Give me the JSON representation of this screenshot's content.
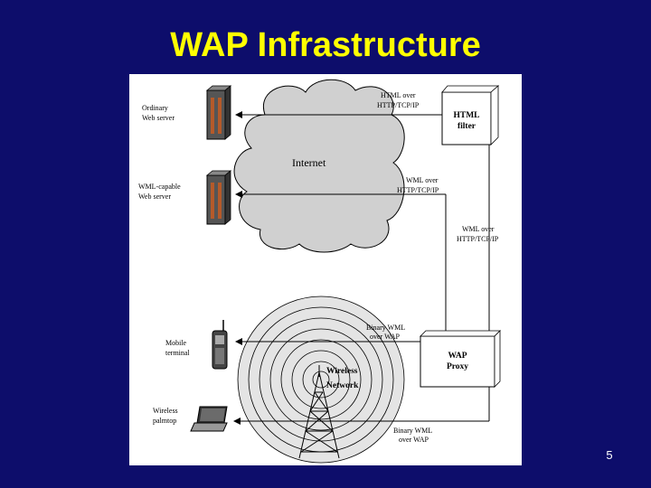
{
  "slide": {
    "title": "WAP Infrastructure",
    "page_number": "5"
  },
  "diagram": {
    "servers": {
      "ordinary": [
        "Ordinary",
        "Web server"
      ],
      "wml_capable": [
        "WML-capable",
        "Web server"
      ]
    },
    "internet_label": "Internet",
    "html_filter": [
      "HTML",
      "filter"
    ],
    "links": {
      "html_over": [
        "HTML over",
        "HTTP/TCP/IP"
      ],
      "wml_over_1": [
        "WML over",
        "HTTP/TCP/IP"
      ],
      "wml_over_2": [
        "WML over",
        "HTTP/TCP/IP"
      ],
      "binary_wml_1": [
        "Binary WML",
        "over WAP"
      ],
      "binary_wml_2": [
        "Binary WML",
        "over WAP"
      ]
    },
    "wap_proxy": [
      "WAP",
      "Proxy"
    ],
    "wireless_network": [
      "Wireless",
      "Network"
    ],
    "devices": {
      "mobile_terminal": [
        "Mobile",
        "terminal"
      ],
      "wireless_palmtop": [
        "Wireless",
        "palmtop"
      ]
    }
  }
}
